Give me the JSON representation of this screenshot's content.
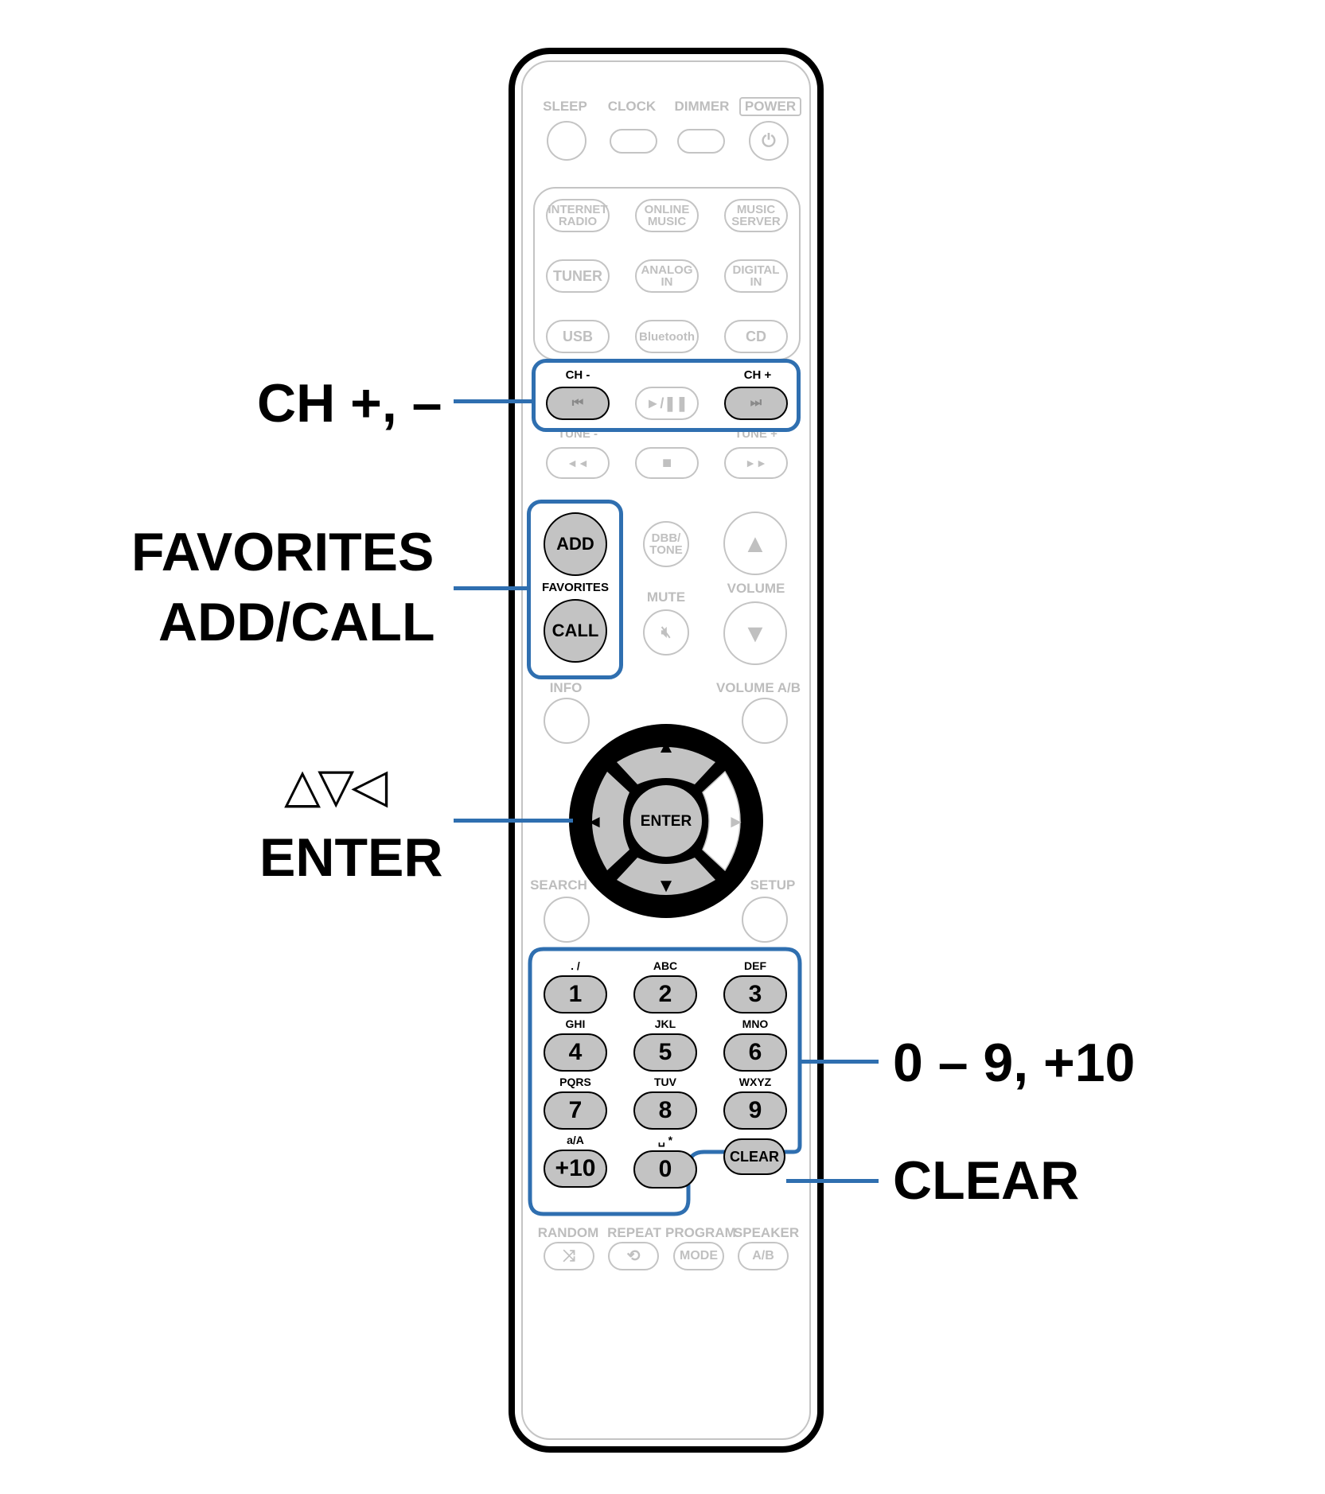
{
  "colors": {
    "accent": "#2f6fb0",
    "inactive": "#c4c4c4",
    "highlight_button": "#c3c3c3",
    "outline": "#000000"
  },
  "callouts": {
    "ch": "CH +, –",
    "favorites_line1": "FAVORITES",
    "favorites_line2": "ADD/CALL",
    "cursor_symbols": "△▽◁",
    "enter": "ENTER",
    "numbers": "0 – 9, +10",
    "clear": "CLEAR"
  },
  "top_row": {
    "sleep": "SLEEP",
    "clock": "CLOCK",
    "dimmer": "DIMMER",
    "power": "POWER",
    "power_icon": "power-icon"
  },
  "sources": [
    {
      "line1": "INTERNET",
      "line2": "RADIO"
    },
    {
      "line1": "ONLINE",
      "line2": "MUSIC"
    },
    {
      "line1": "MUSIC",
      "line2": "SERVER"
    },
    {
      "line1": "TUNER",
      "line2": ""
    },
    {
      "line1": "ANALOG",
      "line2": "IN"
    },
    {
      "line1": "DIGITAL",
      "line2": "IN"
    },
    {
      "line1": "USB",
      "line2": ""
    },
    {
      "line1": "Bluetooth",
      "line2": ""
    },
    {
      "line1": "CD",
      "line2": ""
    }
  ],
  "transport": {
    "ch_minus": "CH -",
    "ch_plus": "CH +",
    "prev_icon": "⏮",
    "play_pause": "►/❚❚",
    "next_icon": "⏭",
    "tune_minus": "TUNE -",
    "tune_plus": "TUNE +",
    "rewind_icon": "◄◄",
    "stop_icon": "■",
    "ff_icon": "►►"
  },
  "favorites": {
    "add": "ADD",
    "label": "FAVORITES",
    "call": "CALL"
  },
  "middle": {
    "dbb_line1": "DBB/",
    "dbb_line2": "TONE",
    "mute": "MUTE",
    "volume": "VOLUME",
    "vol_up": "▲",
    "vol_down": "▼",
    "info": "INFO",
    "volume_ab": "VOLUME A/B",
    "search": "SEARCH",
    "setup": "SETUP"
  },
  "dpad": {
    "up": "▲",
    "down": "▼",
    "left": "◄",
    "right": "►",
    "enter": "ENTER"
  },
  "numpad": [
    {
      "sub": ". /",
      "key": "1"
    },
    {
      "sub": "ABC",
      "key": "2"
    },
    {
      "sub": "DEF",
      "key": "3"
    },
    {
      "sub": "GHI",
      "key": "4"
    },
    {
      "sub": "JKL",
      "key": "5"
    },
    {
      "sub": "MNO",
      "key": "6"
    },
    {
      "sub": "PQRS",
      "key": "7"
    },
    {
      "sub": "TUV",
      "key": "8"
    },
    {
      "sub": "WXYZ",
      "key": "9"
    },
    {
      "sub": "a/A",
      "key": "+10"
    },
    {
      "sub": "␣ *",
      "key": "0"
    },
    {
      "sub": "",
      "key": "CLEAR"
    }
  ],
  "bottom_row": {
    "random": "RANDOM",
    "repeat": "REPEAT",
    "program": "PROGRAM",
    "speaker": "SPEAKER",
    "random_icon": "⤨",
    "repeat_icon": "⟲",
    "mode": "MODE",
    "ab": "A/B"
  }
}
